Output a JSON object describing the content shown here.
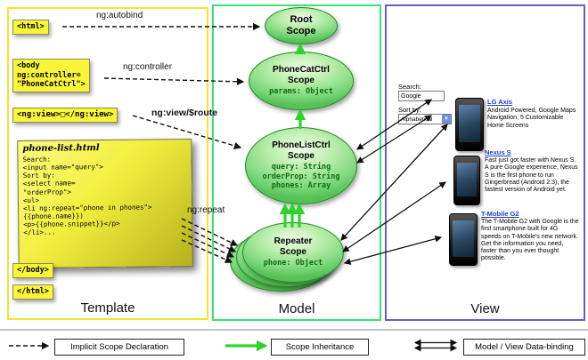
{
  "colors": {
    "template-border": "#f0e62a",
    "model-border": "#39e27b",
    "view-border": "#6a5acd",
    "code-box": "#f9f537",
    "scope-green": "#7fd97f",
    "inherit-arrow": "#2dd42d",
    "link-blue": "#1a3fc4"
  },
  "columns": {
    "template_label": "Template",
    "model_label": "Model",
    "view_label": "View"
  },
  "template": {
    "html_open": "<html>",
    "body_open": "<body\nng:controller=\n\"PhoneCatCtrl\">",
    "ng_view": "<ng:view>□</ng:view>",
    "phone_list_title": "phone-list.html",
    "phone_list_code": "Search:\n<input name=\"query\">\nSort by:\n<select name=\n\"orderProp\">\n<ul>\n<li ng:repeat=\"phone in phones\">\n{{phone.name}})\n<p>{{phone.snippet}}</p>\n</li>...",
    "body_close": "</body>",
    "html_close": "</html>"
  },
  "arrow_labels": {
    "autobind": "ng:autobind",
    "controller": "ng:controller",
    "view_route": "ng:view/$route",
    "repeat": "ng:repeat"
  },
  "scopes": {
    "root": {
      "title": "Root\nScope"
    },
    "phonecat": {
      "title": "PhoneCatCtrl\nScope",
      "props": "params: Object"
    },
    "phonelist": {
      "title": "PhoneListCtrl\nScope",
      "props": "query: String\norderProp: String\nphones: Array"
    },
    "repeater": {
      "title": "Repeater\nScope",
      "props": "phone: Object"
    }
  },
  "view": {
    "search_label": "Search:",
    "search_value": "Google",
    "sort_label": "Sort by:",
    "sort_value": "Alphabetical",
    "phones": [
      {
        "name": "LG Axis",
        "description": "Android Powered, Google Maps Navigation, 5 Customizable Home Screens"
      },
      {
        "name": "Nexus S",
        "description": "Fast just got faster with Nexus S. A pure Google experience, Nexus S is the first phone to run Gingerbread (Android 2.3), the fastest version of Android yet."
      },
      {
        "name": "T-Mobile G2",
        "description": "The T-Mobile G2 with Google is the first smartphone built for 4G speeds on T-Mobile's new network. Get the information you need, faster than you ever thought possible."
      }
    ]
  },
  "legend": {
    "implicit": "Implicit Scope Declaration",
    "inheritance": "Scope Inheritance",
    "databinding": "Model / View Data-binding"
  }
}
